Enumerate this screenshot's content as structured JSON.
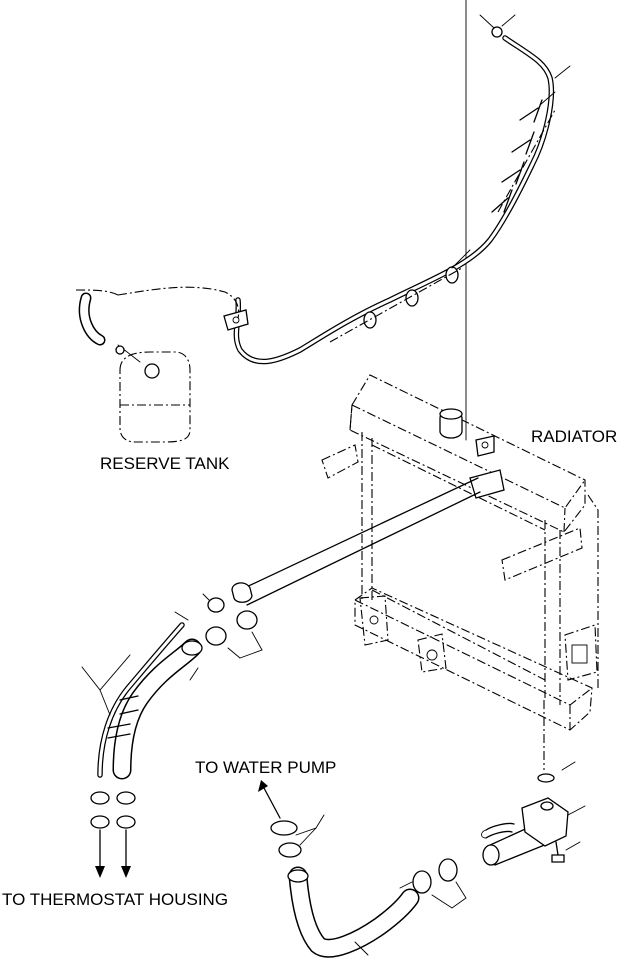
{
  "labels": {
    "reserve_tank": "RESERVE TANK",
    "radiator": "RADIATOR",
    "to_water_pump": "TO WATER PUMP",
    "to_thermostat_housing": "TO THERMOSTAT HOUSING"
  }
}
